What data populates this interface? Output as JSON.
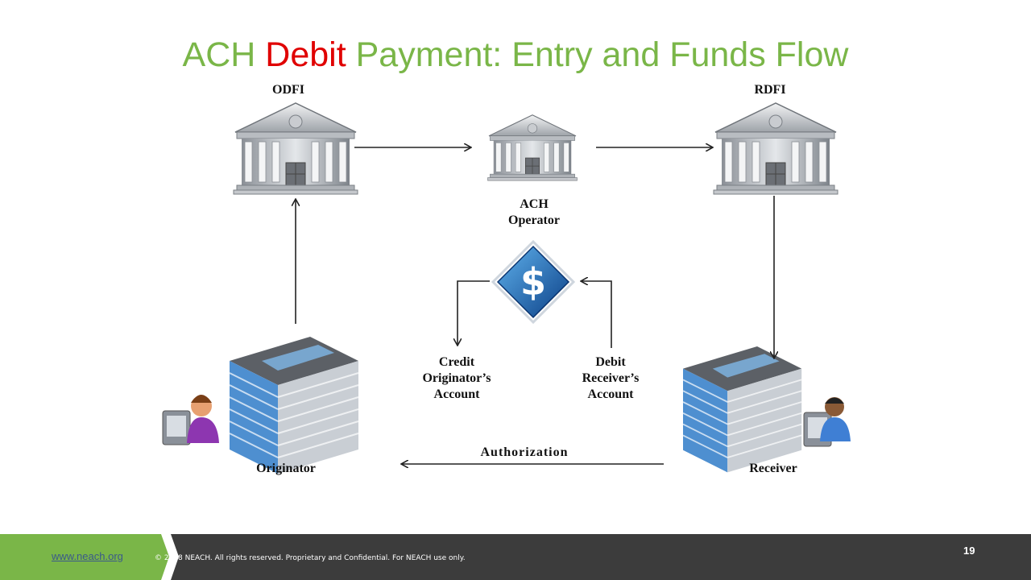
{
  "title": {
    "part1": "ACH ",
    "highlight": "Debit",
    "part2": " Payment: Entry and Funds Flow"
  },
  "colors": {
    "title_green": "#7ab648",
    "title_highlight": "#e00000",
    "footer_dark": "#3c3c3c"
  },
  "nodes": {
    "odfi": "ODFI",
    "rdfi": "RDFI",
    "ach_operator_line1": "ACH",
    "ach_operator_line2": "Operator",
    "originator": "Originator",
    "receiver": "Receiver",
    "credit_line1": "Credit",
    "credit_line2": "Originator’s",
    "credit_line3": "Account",
    "debit_line1": "Debit",
    "debit_line2": "Receiver’s",
    "debit_line3": "Account",
    "authorization": "Authorization"
  },
  "icons": {
    "bank": "bank-building-icon",
    "dollar": "dollar-diamond-icon",
    "office": "office-building-icon",
    "person": "person-at-computer-icon"
  },
  "footer": {
    "url": "www.neach.org",
    "copyright": "© 2018 NEACH. All rights reserved. Proprietary and Confidential. For NEACH use only.",
    "page_number": "19"
  }
}
